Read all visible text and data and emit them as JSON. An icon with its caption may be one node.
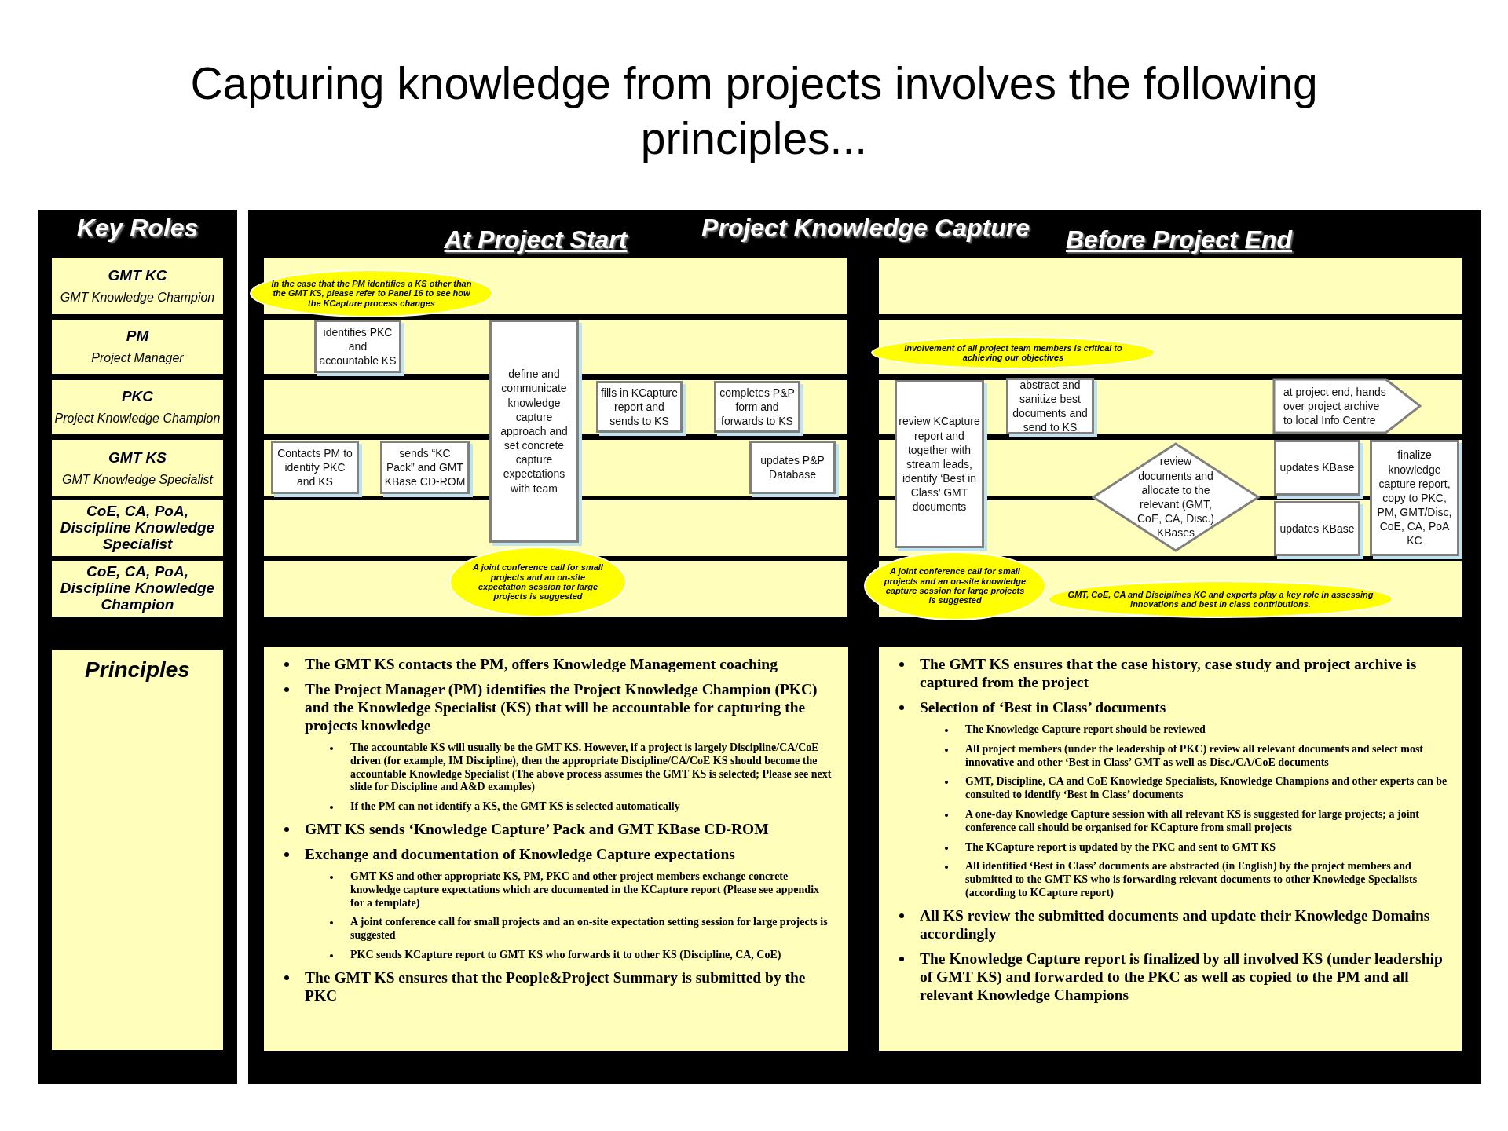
{
  "diagram": {
    "title": "Capturing knowledge from projects involves the following principles...",
    "nodes": [
      {
        "text": [
          "Key Roles"
        ]
      },
      {
        "text": [
          "GMT KC",
          "GMT Knowledge Champion"
        ],
        "in": 0
      },
      {
        "text": [
          "PM",
          "Project Manager"
        ],
        "in": 0
      },
      {
        "text": [
          "PKC",
          "Project Knowledge Champion"
        ],
        "in": 0
      },
      {
        "text": [
          "GMT KS",
          "GMT Knowledge Specialist"
        ],
        "in": 0
      },
      {
        "text": [
          "CoE, CA, PoA, Discipline Knowledge Specialist"
        ],
        "in": 0
      },
      {
        "text": [
          "CoE, CA, PoA, Discipline Knowledge Champion"
        ],
        "in": 0
      },
      {
        "text": [
          "Principles"
        ],
        "in": 0
      },
      {
        "text": [
          "Project Knowledge Capture",
          "At Project Start",
          "Before Project End"
        ]
      },
      {
        "text": [
          "In the case that the PM identifies a KS other than the GMT KS, please refer to Panel 16 to see how the KCapture process changes"
        ],
        "in": 8
      },
      {
        "text": [
          "identifies PKC and accountable KS"
        ],
        "in": 8
      },
      {
        "text": [
          "define and communicate knowledge capture approach and set concrete capture expectations with team"
        ],
        "in": 8
      },
      {
        "text": [
          "fills in KCapture report and sends to KS"
        ],
        "in": 8
      },
      {
        "text": [
          "completes P&P form and forwards to KS"
        ],
        "in": 8
      },
      {
        "text": [
          "Contacts PM to identify PKC and KS"
        ],
        "in": 8
      },
      {
        "text": [
          "sends “KC Pack” and GMT KBase CD-ROM"
        ],
        "in": 8
      },
      {
        "text": [
          "updates P&P Database"
        ],
        "in": 8
      },
      {
        "text": [
          "A joint conference call for small projects and an on-site expectation session for large projects is suggested"
        ],
        "in": 8
      },
      {
        "text": [
          "Involvement of all project team members is critical to achieving our objectives"
        ],
        "in": 8
      },
      {
        "text": [
          "review KCapture report and together with stream leads, identify ‘Best in Class’ GMT documents"
        ],
        "in": 8
      },
      {
        "text": [
          "abstract and sanitize best documents and send to KS"
        ],
        "in": 8
      },
      {
        "text": [
          "at project end, hands over project archive to local Info Centre"
        ],
        "in": 8
      },
      {
        "text": [
          "review documents and allocate to the relevant (GMT, CoE, CA, Disc.) KBases"
        ],
        "in": 8
      },
      {
        "text": [
          "updates KBase"
        ],
        "in": 8
      },
      {
        "text": [
          "finalize knowledge capture report, copy to PKC, PM, GMT/Disc, CoE, CA, PoA KC"
        ],
        "in": 8
      },
      {
        "text": [
          "updates KBase"
        ],
        "in": 8
      },
      {
        "text": [
          "A joint conference call for small projects and an on-site knowledge capture session for large projects is suggested"
        ],
        "in": 8
      },
      {
        "text": [
          "GMT, CoE, CA and Disciplines KC and experts play a key role in assessing innovations and best in class contributions."
        ],
        "in": 8
      },
      {
        "text": [
          "The GMT KS contacts the PM, offers Knowledge Management coaching",
          "The Project Manager (PM) identifies the Project Knowledge Champion (PKC) and the Knowledge Specialist (KS) that will be accountable for capturing the projects knowledge",
          "The accountable KS will usually be the GMT KS. However, if a project is largely Discipline/CA/CoE driven (for example, IM Discipline), then the appropriate Discipline/CA/CoE KS should become the accountable Knowledge Specialist (The above process assumes the GMT KS is selected; Please see next slide for Discipline and A&D examples)",
          "If the PM can not identify a KS, the GMT KS is selected automatically",
          "GMT KS sends ‘Knowledge Capture’ Pack and GMT KBase CD-ROM",
          "Exchange and documentation of Knowledge Capture expectations",
          "GMT KS and other appropriate KS, PM, PKC and other project members exchange concrete knowledge capture expectations which are documented in the KCapture report (Please see appendix for a template)",
          "A joint conference call for small projects and an on-site expectation setting session for large projects is suggested",
          "PKC sends KCapture report to GMT KS who forwards it to other KS (Discipline, CA, CoE)",
          "The GMT KS ensures that the People&Project Summary is submitted by the PKC"
        ],
        "in": 8
      },
      {
        "text": [
          "The GMT KS ensures that the case history, case study and project archive is captured from the project",
          "Selection of ‘Best in Class’ documents",
          "The Knowledge Capture report should be reviewed",
          "All project members (under the leadership of PKC) review all relevant documents and select most innovative and other ‘Best in Class’ GMT as well as Disc./CA/CoE documents",
          "GMT, Discipline, CA and CoE Knowledge Specialists, Knowledge Champions and other experts can be consulted to identify ‘Best in Class’ documents",
          "A one-day Knowledge Capture session with all relevant KS is suggested for large projects; a joint conference call should be organised for KCapture from small projects",
          "The KCapture report is updated by the PKC and sent to GMT KS",
          "All identified ‘Best in Class’ documents are abstracted (in English) by the project members and submitted to the GMT KS who is forwarding relevant documents to other Knowledge Specialists (according to KCapture report)",
          "All KS review the submitted documents and update their Knowledge Domains accordingly",
          "The Knowledge Capture report is finalized by all involved KS (under leadership of GMT KS) and forwarded to the PKC as well as copied to the PM and all relevant Knowledge Champions"
        ],
        "in": 8
      }
    ]
  }
}
